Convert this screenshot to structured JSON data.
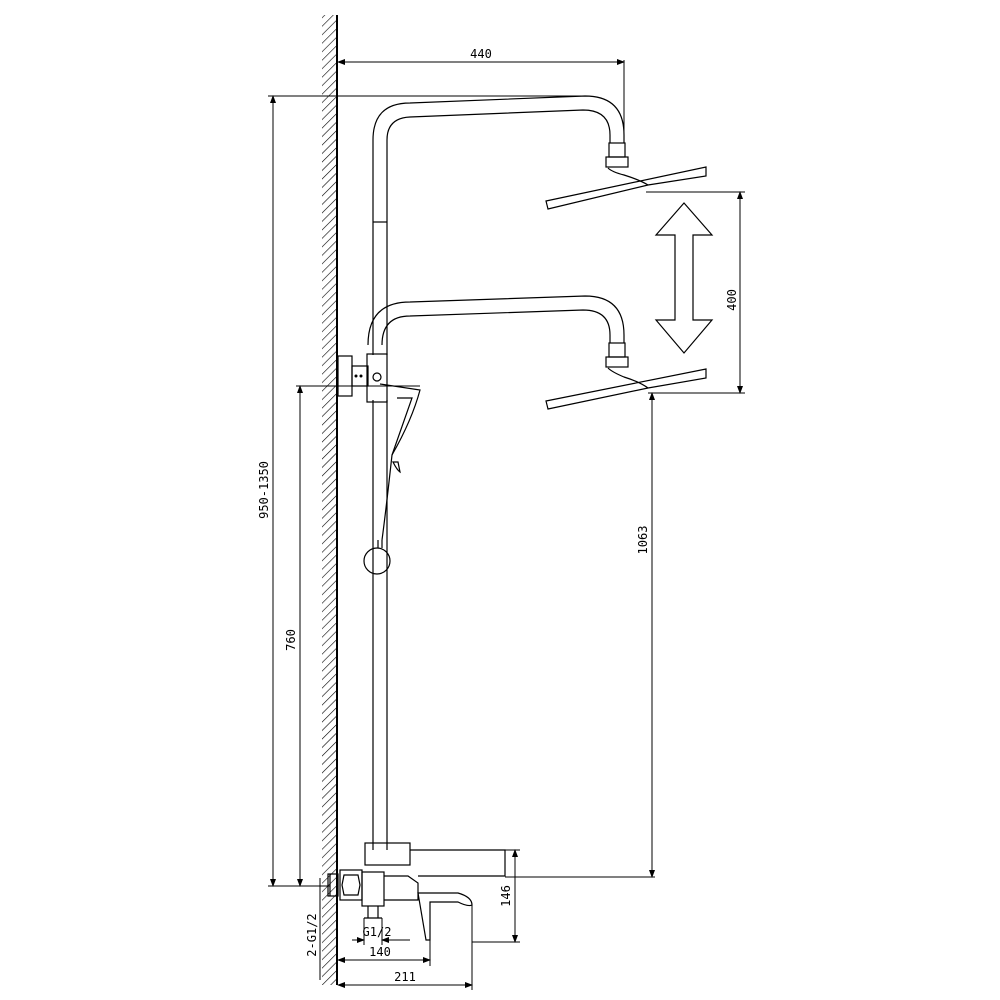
{
  "dimensions": {
    "arm_reach": "440",
    "height_adjust": "400",
    "column_height": "950-1350",
    "shower_head_height": "1063",
    "mixer_height": "760",
    "mixer_depth": "146",
    "inlet_thread": "G1/2",
    "inlet_count_thread": "2-G1/2",
    "mixer_center_distance": "140",
    "spout_reach": "211"
  },
  "colors": {
    "line": "#000000",
    "background": "#ffffff"
  },
  "symbols": {
    "adjust": "double-arrow-vertical-icon"
  }
}
